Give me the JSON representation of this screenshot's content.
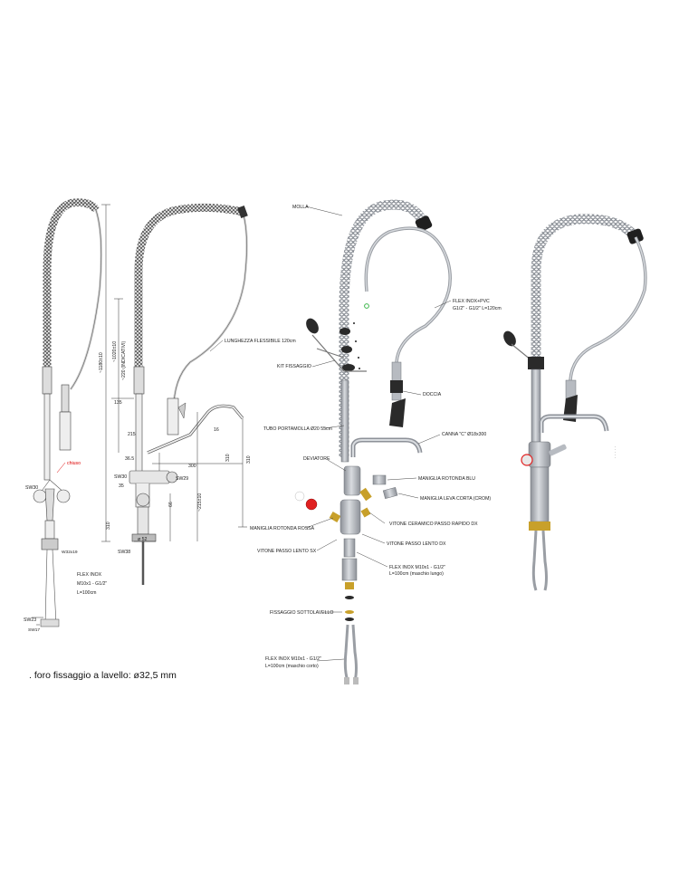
{
  "footer_note": ". foro fissaggio a lavello: ø32,5 mm",
  "technical_drawing": {
    "chiuso": "chiuso",
    "lunghezza_flessibile": "LUNGHEZZA FLESSIBILE 120cm",
    "dim_1180": "~1180±10",
    "dim_1020": "~1020±10",
    "dim_220": "~220 (INDICATIVI)",
    "dim_135": "135",
    "dim_215": "215",
    "dim_365": "36.5",
    "dim_300": "300",
    "dim_310a": "310",
    "dim_310b": "310",
    "dim_215b": "~215±10",
    "dim_66": "66",
    "dim_35": "35",
    "dim_310c": "310",
    "dim_52": "ø 52",
    "dim_16": "16",
    "sw30_left": "SW30",
    "sw30_mid": "SW30",
    "sw29": "SW29",
    "sw38": "SW38",
    "sw23": "SW23",
    "dim_w32": "W32x19",
    "flex_inox_1": "FLEX INOX",
    "flex_inox_2": "M10x1 - G1/2\"",
    "flex_inox_3": "L=100cm",
    "sw17": "SW17"
  },
  "exploded": {
    "molla": "MOLLA",
    "flex_pvc_1": "FLEX INOX+PVC",
    "flex_pvc_2": "G1/2\" - G1/2\" L=120cm",
    "kit": "KIT FISSAGGIO",
    "doccia": "DOCCIA",
    "tubo": "TUBO PORTAMOLLA Ø20 55cm",
    "canna": "CANNA \"C\" Ø18x300",
    "deviatore": "DEVIATORE",
    "maniglia_blu": "MANIGLIA ROTONDA BLU",
    "maniglia_leva": "MANIGLIA LEVA CORTA (CROM)",
    "vitone_ceramico": "VITONE CERAMICO PASSO RAPIDO DX",
    "maniglia_rossa": "MANIGLIA ROTONDA ROSSA",
    "vitone_lento_sx": "VITONE PASSO LENTO SX",
    "vitone_lento_dx": "VITONE PASSO LENTO DX",
    "flex_lungo_1": "FLEX INOX M10x1 - G1/2\"",
    "flex_lungo_2": "L=100cm (maschio lungo)",
    "fissaggio": "FISSAGGIO SOTTOLAVELLO",
    "flex_corto_1": "FLEX INOX M10x1 - G1/2\"",
    "flex_corto_2": "L=100cm (maschio corto)"
  },
  "colors": {
    "red_handle": "#e02020",
    "blue_accent": "#2255cc",
    "chrome": "#b8bcc2",
    "spring": "#8a8f96",
    "dark": "#2a2a2a",
    "brass": "#c8a02a"
  }
}
